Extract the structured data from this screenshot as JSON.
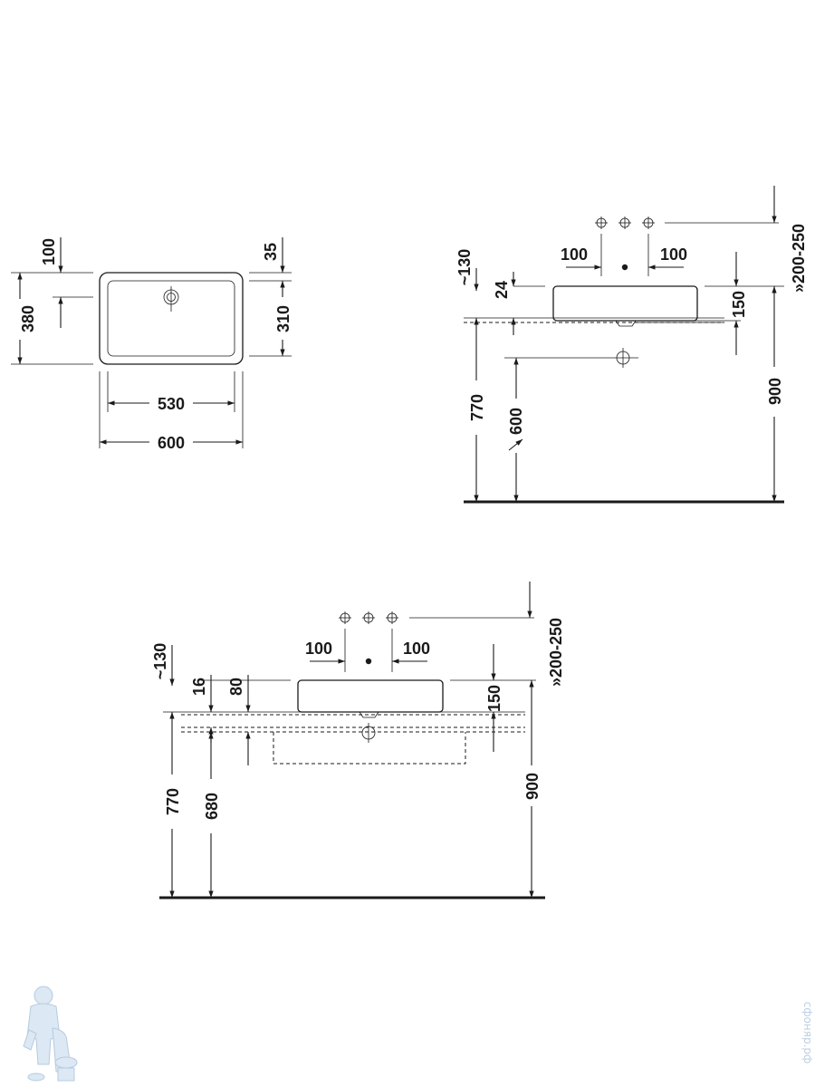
{
  "top_view": {
    "dims": {
      "tap_hole_offset": "100",
      "overall_depth": "380",
      "rim_top": "35",
      "bowl_depth": "310",
      "bowl_width": "530",
      "overall_width": "600"
    }
  },
  "side_view_1": {
    "dims": {
      "tap_spacing_left": "100",
      "tap_spacing_right": "100",
      "supply_height": "~130",
      "rim_thickness": "24",
      "basin_height": "150",
      "tap_height": "»200-250",
      "counter_height": "770",
      "drain_height": "600",
      "total_height": "900"
    }
  },
  "side_view_2": {
    "dims": {
      "tap_spacing_left": "100",
      "tap_spacing_right": "100",
      "supply_height": "~130",
      "counter_thickness": "16",
      "drain_offset": "80",
      "basin_height": "150",
      "tap_height": "»200-250",
      "counter_height": "770",
      "drain_height": "680",
      "total_height": "900"
    }
  },
  "watermark": {
    "text": "сфоняр.рф"
  }
}
